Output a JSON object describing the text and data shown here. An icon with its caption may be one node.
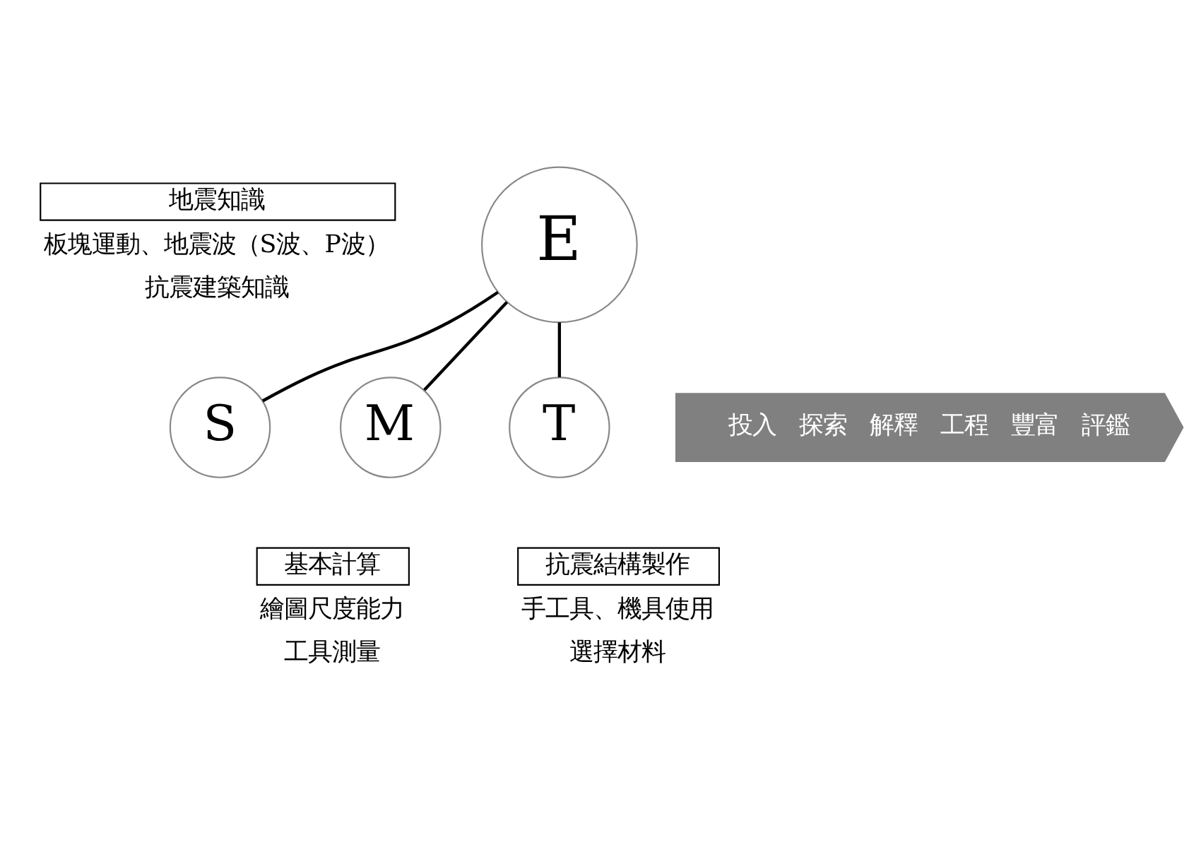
{
  "diagram": {
    "nodes": [
      {
        "text": [
          "S"
        ]
      },
      {
        "text": [
          "E"
        ]
      },
      {
        "text": [
          "M"
        ]
      },
      {
        "text": [
          "T"
        ]
      },
      {
        "text": [
          "投入",
          "探索",
          "解釋",
          "工程",
          "豐富",
          "評鑑"
        ]
      },
      {
        "text": [
          "地震知識"
        ],
        "beside": [
          "板塊運動、地震波（S波、P波）",
          "抗震建築知識"
        ]
      },
      {
        "text": [
          "抗震結構製作"
        ],
        "beside": [
          "手工具、機具使用",
          "選擇材料"
        ]
      },
      {
        "text": [
          "基本計算"
        ],
        "beside": [
          "繪圖尺度能力",
          "工具測量"
        ]
      }
    ],
    "edges": [
      {
        "from": 1,
        "to": 0,
        "arrow": "none"
      },
      {
        "from": 1,
        "to": 3,
        "arrow": "none"
      },
      {
        "from": 1,
        "to": 2,
        "arrow": "none"
      }
    ]
  }
}
